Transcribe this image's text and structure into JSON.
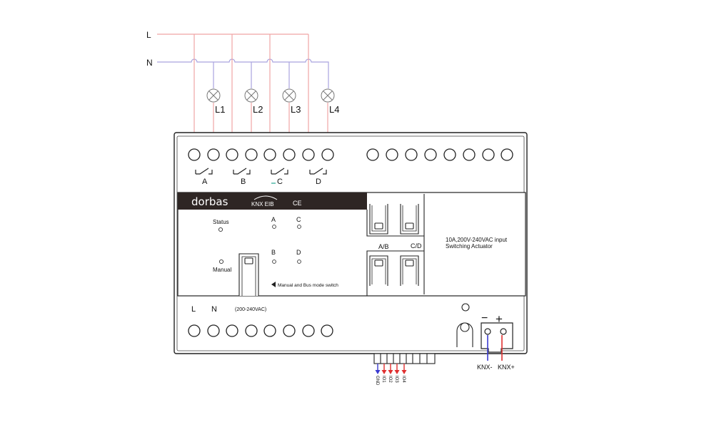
{
  "lines": {
    "live": "L",
    "neutral": "N",
    "live_color": "#f0a5a5",
    "neutral_color": "#a9a4df"
  },
  "loads": [
    "L1",
    "L2",
    "L3",
    "L4"
  ],
  "channels": [
    "A",
    "B",
    "C",
    "D"
  ],
  "brand": "dorbas",
  "knx_logo": "KNX EIB",
  "ce_mark": "CE",
  "indicators": {
    "status": "Status",
    "manual": "Manual",
    "leds": [
      "A",
      "C",
      "B",
      "D"
    ]
  },
  "switch_note": "Manual and Bus mode switch",
  "switch_labels": [
    "A/B",
    "C/D"
  ],
  "spec_text": [
    "10A,200V-240VAC input",
    "Switching Actuator"
  ],
  "power": {
    "l": "L",
    "n": "N",
    "range": "(200-240VAC)"
  },
  "knx_terminal": {
    "minus": "KNX-",
    "plus": "KNX+",
    "minus_sign": "−",
    "plus_sign": "+"
  },
  "io_pins": [
    "GND",
    "IO1",
    "IO2",
    "IO3",
    "IO4"
  ],
  "colors": {
    "panel_dark": "#2e2624",
    "frame": "#222222",
    "blue_wire": "#3a3ad0",
    "red_wire": "#e03030",
    "teal_mark": "#4fb8a8"
  }
}
